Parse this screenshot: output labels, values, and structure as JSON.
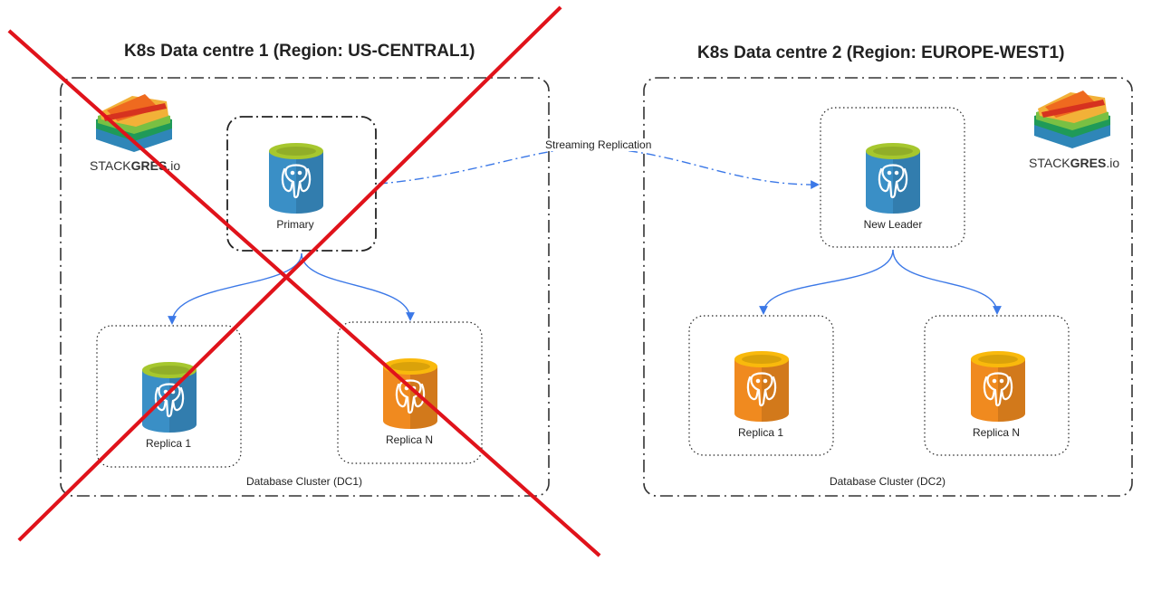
{
  "dc1": {
    "title": "K8s  Data centre 1 (Region: US-CENTRAL1)",
    "cluster_label": "Database Cluster  (DC1)",
    "logo": {
      "prefix": "STACK",
      "bold": "GRES",
      "suffix": ".io"
    },
    "primary_label": "Primary",
    "replica1_label": "Replica 1",
    "replican_label": "Replica N"
  },
  "dc2": {
    "title": "K8s  Data centre 2 (Region: EUROPE-WEST1)",
    "cluster_label": "Database Cluster (DC2)",
    "logo": {
      "prefix": "STACK",
      "bold": "GRES",
      "suffix": ".io"
    },
    "leader_label": "New Leader",
    "replica1_label": "Replica 1",
    "replican_label": "Replica N"
  },
  "replication_label": "Streaming Replication",
  "colors": {
    "arrow": "#3b78e7",
    "cross": "#e0131b",
    "db_blue": "#3a8fc6",
    "db_orange": "#f08a1f",
    "db_top_green": "#a6c72e",
    "db_top_orange": "#f9b90c"
  }
}
